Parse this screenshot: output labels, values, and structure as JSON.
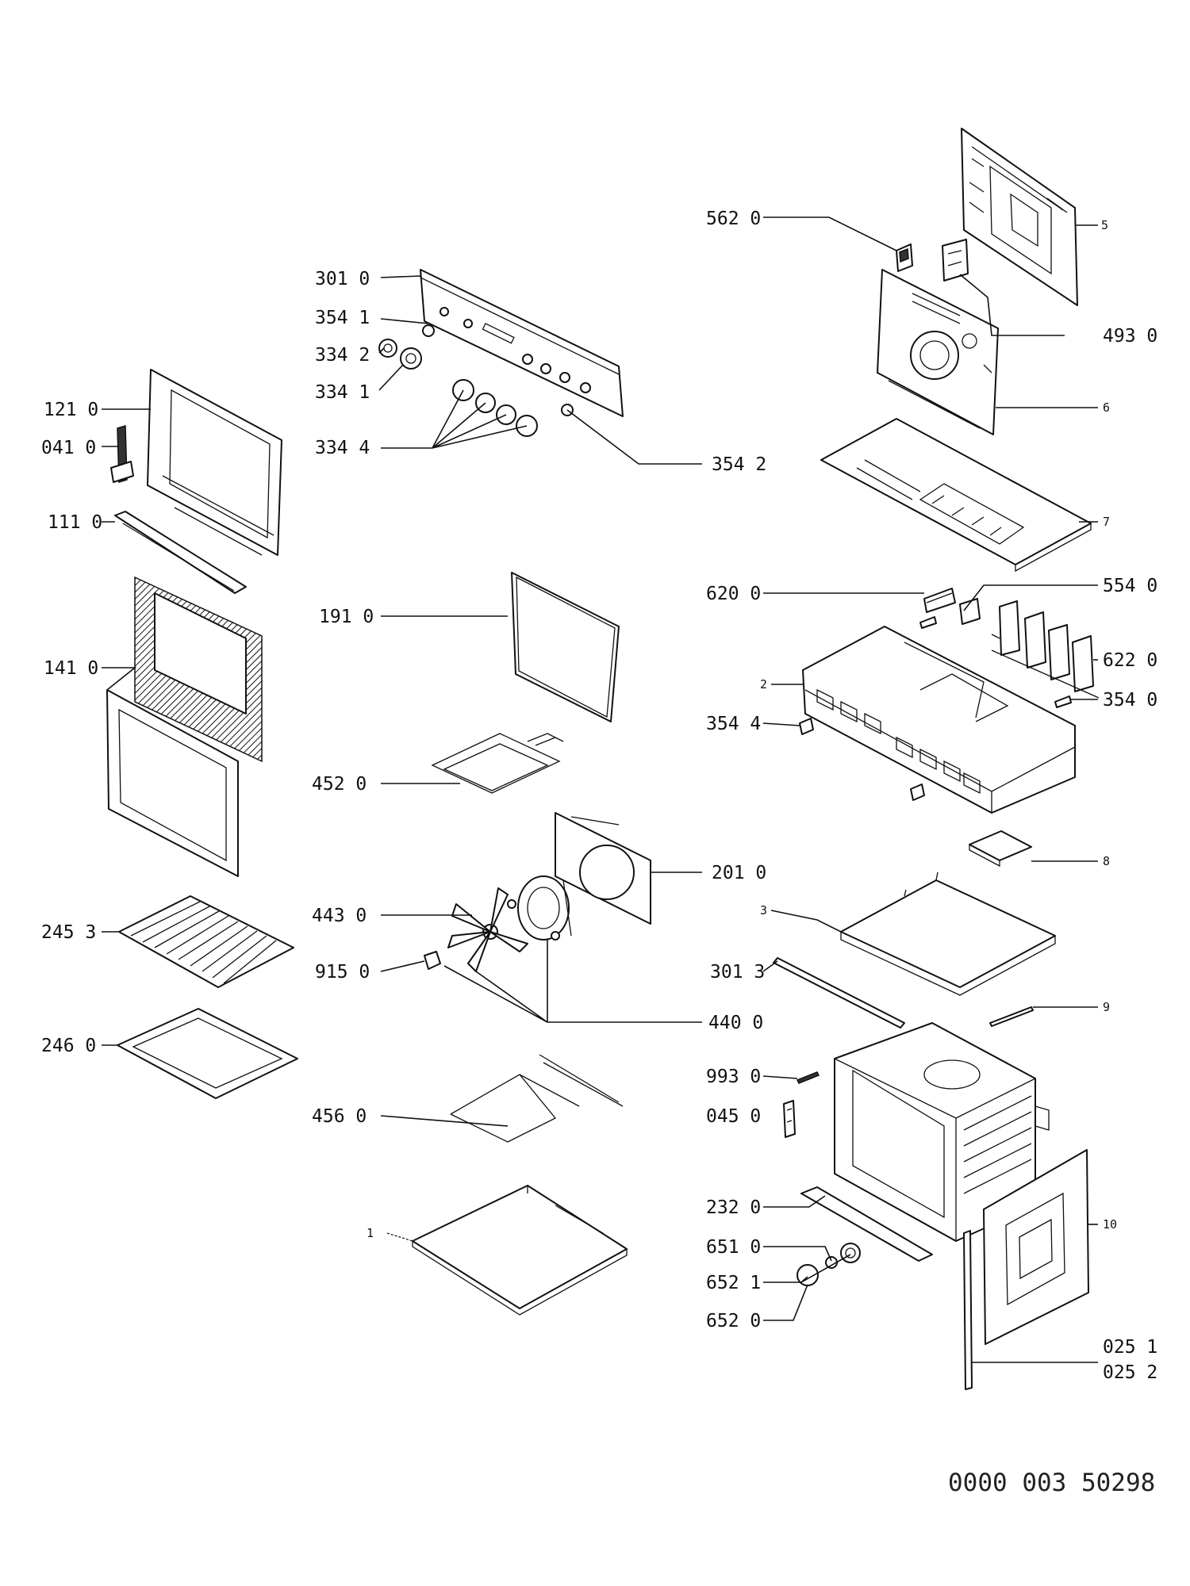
{
  "document_number": "0000 003 50298",
  "labels": {
    "l5620": "562 0",
    "l5": "5",
    "l3010": "301 0",
    "l4930": "493 0",
    "l3541": "354 1",
    "l3342": "334 2",
    "l3341": "334 1",
    "l1210": "121 0",
    "l6": "6",
    "l0410": "041 0",
    "l3344": "334 4",
    "l3542": "354 2",
    "l1110": "111 0",
    "l7": "7",
    "l6200": "620 0",
    "l5540": "554 0",
    "l1910": "191 0",
    "l1410": "141 0",
    "l6220": "622 0",
    "l2": "2",
    "l3540": "354 0",
    "l3544": "354 4",
    "l4520": "452 0",
    "l2010": "201 0",
    "l8": "8",
    "l4430": "443 0",
    "l2453": "245 3",
    "l3": "3",
    "l3013": "301 3",
    "l9150": "915 0",
    "l4400": "440 0",
    "l9": "9",
    "l2460": "246 0",
    "l9930": "993 0",
    "l0450": "045 0",
    "l4560": "456 0",
    "l2320": "232 0",
    "l10": "10",
    "l1": "1",
    "l6510": "651 0",
    "l6521": "652 1",
    "l6520": "652 0",
    "l0251": "025 1",
    "l0252": "025 2"
  }
}
